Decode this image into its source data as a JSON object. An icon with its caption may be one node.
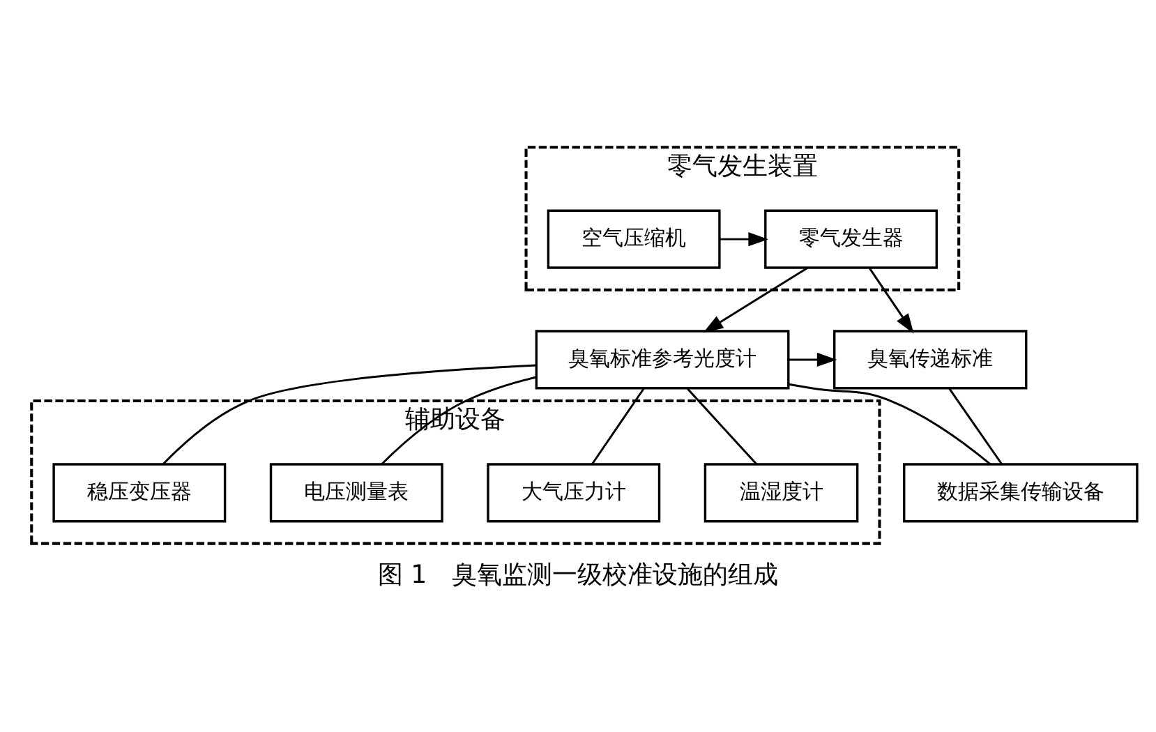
{
  "diagram": {
    "caption": "图 1　臭氧监测一级校准设施的组成",
    "nodes": [
      {
        "text": [
          "零气发生装置"
        ]
      },
      {
        "text": [
          "空气压缩机"
        ],
        "in": 0
      },
      {
        "text": [
          "零气发生器"
        ],
        "in": 0
      },
      {
        "text": [
          "臭氧传递标准"
        ]
      },
      {
        "text": [
          "臭氧标准参考光度计"
        ]
      },
      {
        "text": [
          "数据采集传输设备"
        ]
      },
      {
        "text": [
          "辅助设备"
        ]
      },
      {
        "text": [
          "温湿度计"
        ],
        "in": 6
      },
      {
        "text": [
          "大气压力计"
        ],
        "in": 6
      },
      {
        "text": [
          "电压测量表"
        ],
        "in": 6
      },
      {
        "text": [
          "稳压变压器"
        ],
        "in": 6
      }
    ],
    "edges": [
      {
        "from": 1,
        "to": 2,
        "arrow": "to"
      },
      {
        "from": 2,
        "to": 3,
        "arrow": "to"
      },
      {
        "from": 2,
        "to": 4,
        "arrow": "to"
      },
      {
        "from": 4,
        "to": 3,
        "arrow": "to"
      },
      {
        "from": 3,
        "to": 5,
        "arrow": "none"
      },
      {
        "from": 4,
        "to": 5,
        "arrow": "none"
      },
      {
        "from": 4,
        "to": 7,
        "arrow": "none"
      },
      {
        "from": 4,
        "to": 8,
        "arrow": "none"
      },
      {
        "from": 4,
        "to": 9,
        "arrow": "none"
      },
      {
        "from": 4,
        "to": 10,
        "arrow": "none"
      }
    ]
  }
}
